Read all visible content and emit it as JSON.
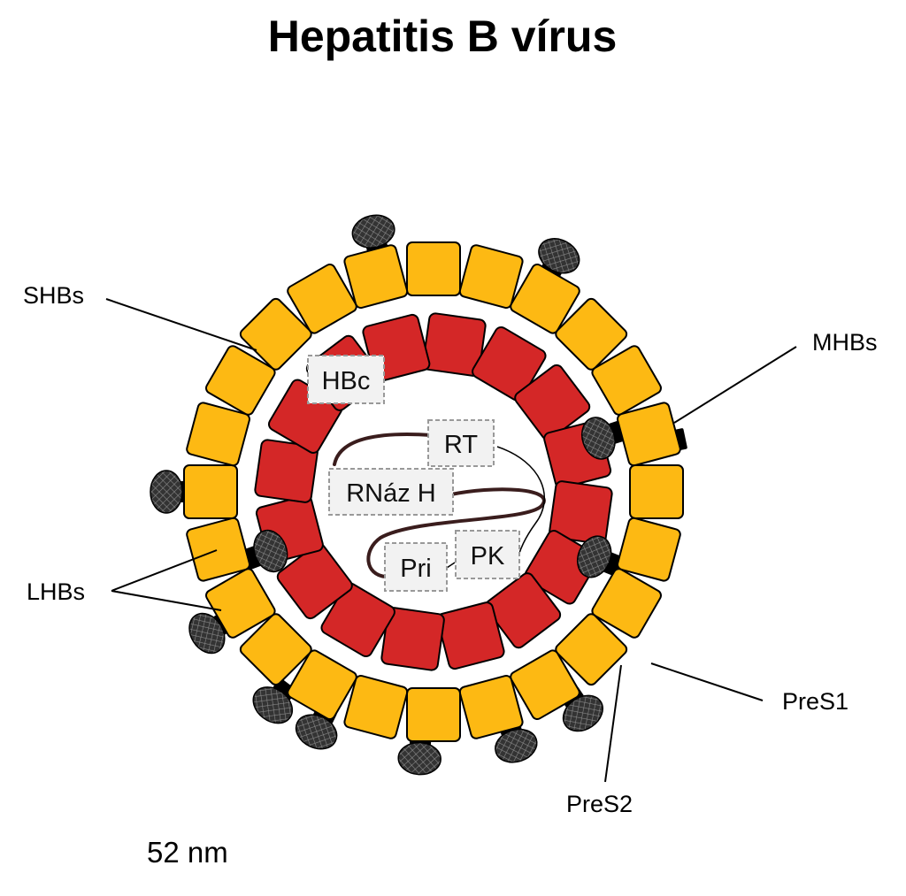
{
  "title": "Hepatitis B vírus",
  "labels": {
    "shbs": "SHBs",
    "mhbs": "MHBs",
    "lhbs": "LHBs",
    "pres1": "PreS1",
    "pres2": "PreS2"
  },
  "inner_labels": {
    "hbc": "HBc",
    "rt": "RT",
    "rnaz": "RNáz H",
    "pri": "Pri",
    "pk": "PK"
  },
  "scale": "52 nm",
  "colors": {
    "envelope": "#FDB913",
    "capsid": "#D42727",
    "glycan": "#333333",
    "outline": "#000000",
    "label_box": "#F2F2F2",
    "label_border": "#999999"
  }
}
